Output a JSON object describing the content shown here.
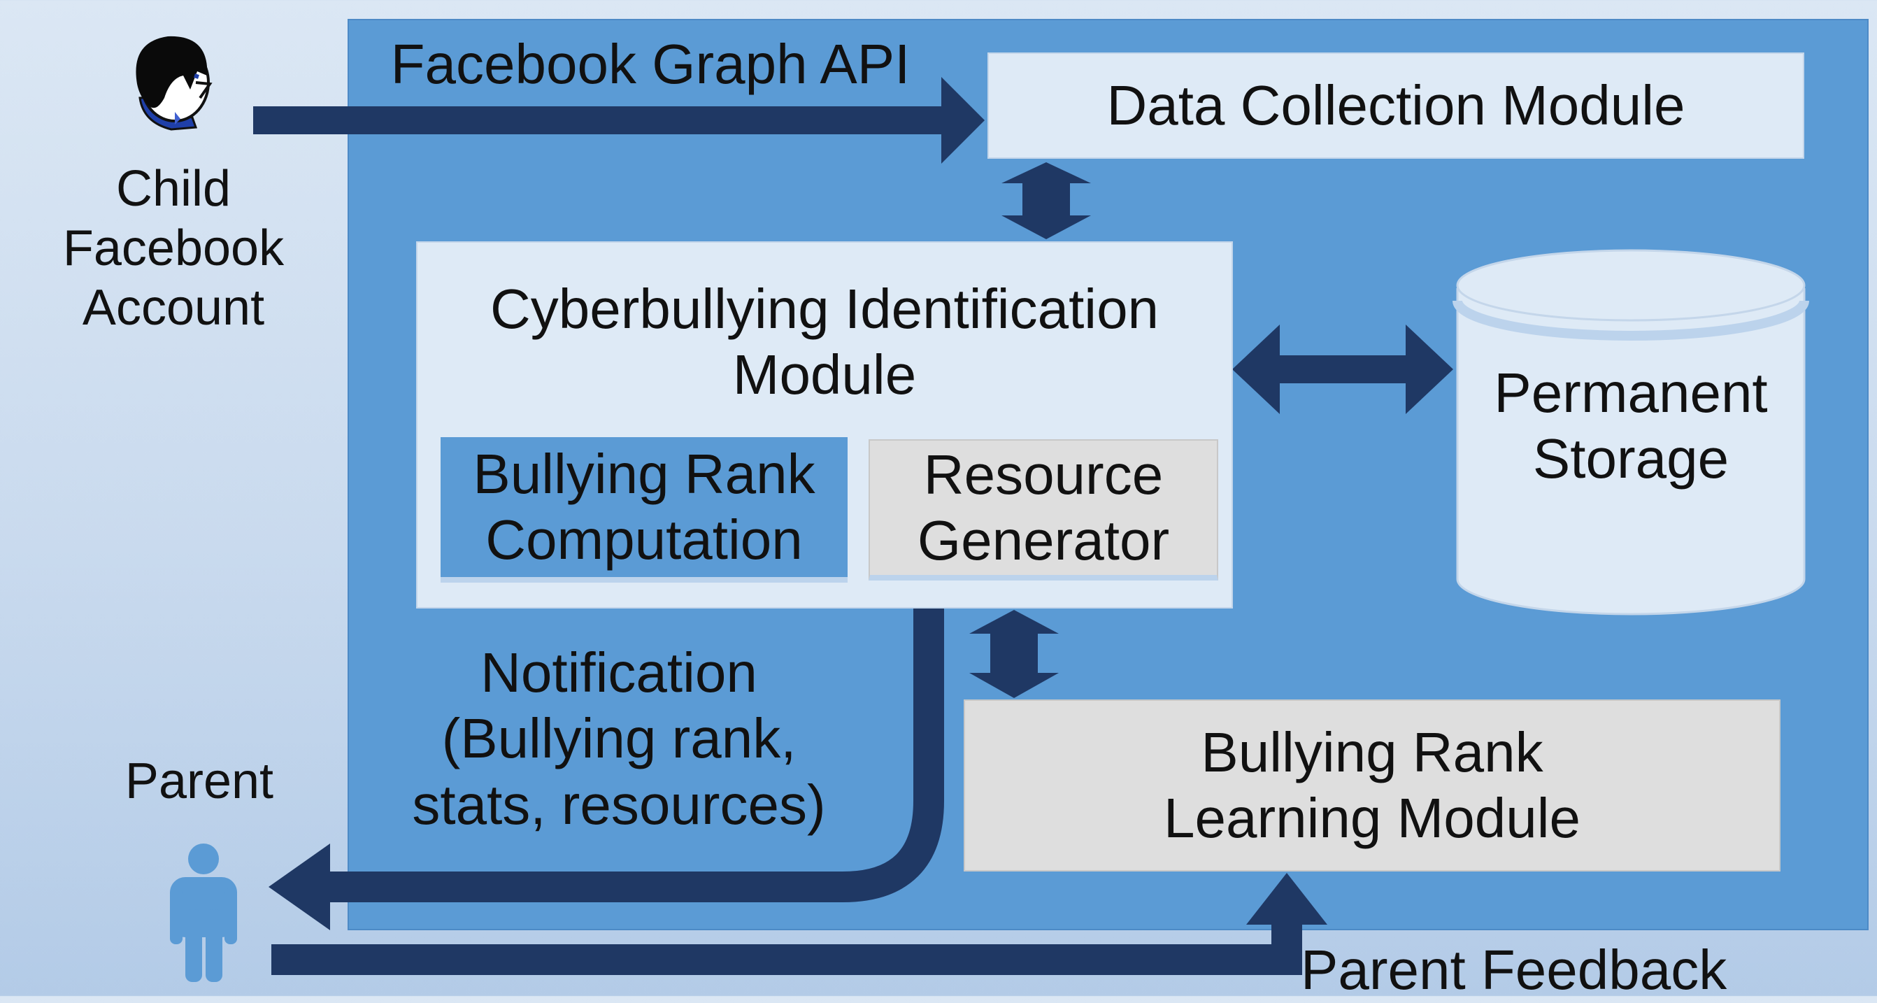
{
  "actors": {
    "child": {
      "icon": "child-head-icon",
      "label": "Child Facebook Account",
      "line1": "Child",
      "line2": "Facebook",
      "line3": "Account"
    },
    "parent": {
      "icon": "person-icon",
      "label": "Parent"
    }
  },
  "modules": {
    "data_collection": "Data Collection Module",
    "cyberbullying": {
      "line1": "Cyberbullying Identification",
      "line2": "Module"
    },
    "rank_computation": {
      "line1": "Bullying Rank",
      "line2": "Computation"
    },
    "resource_generator": {
      "line1": "Resource",
      "line2": "Generator"
    },
    "storage": {
      "line1": "Permanent",
      "line2": "Storage"
    },
    "learning": {
      "line1": "Bullying Rank",
      "line2": "Learning Module"
    }
  },
  "flows": {
    "graph_api": "Facebook Graph API",
    "notification": {
      "line1": "Notification",
      "line2": "(Bullying rank,",
      "line3": "stats, resources)"
    },
    "feedback": "Parent Feedback"
  },
  "colors": {
    "panel": "#5b9bd5",
    "arrow": "#1f3864",
    "light_box": "#deeaf6",
    "grey_box": "#dedede"
  }
}
